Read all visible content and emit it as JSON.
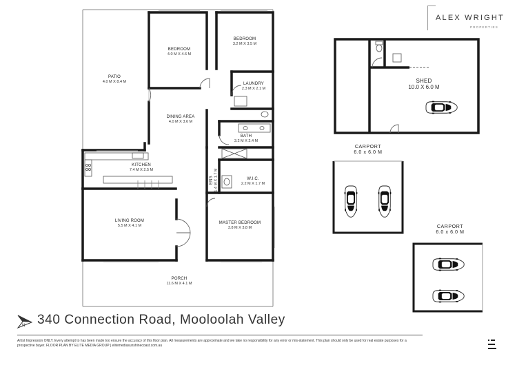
{
  "brand": {
    "name": "ALEX WRIGHT",
    "subtitle": "PROPERTIES"
  },
  "rooms": {
    "bedroom1": {
      "name": "BEDROOM",
      "dims": "4.0 M X 4.6 M"
    },
    "bedroom2": {
      "name": "BEDROOM",
      "dims": "3.2 M X 3.5 M"
    },
    "patio": {
      "name": "PATIO",
      "dims": "4.0 M X 8.4 M"
    },
    "laundry": {
      "name": "LAUNDRY",
      "dims": "2.3 M X 2.1 M"
    },
    "dining": {
      "name": "DINING AREA",
      "dims": "4.0 M X 3.6 M"
    },
    "bath": {
      "name": "BATH",
      "dims": "3.2 M X 2.4 M"
    },
    "kitchen": {
      "name": "KITCHEN",
      "dims": "7.4 M X 2.5 M"
    },
    "ens": {
      "name": "ENS",
      "dims": "1.4 M X 1.7 M"
    },
    "wic": {
      "name": "W.I.C.",
      "dims": "2.2 M X 1.7 M"
    },
    "living": {
      "name": "LIVING ROOM",
      "dims": "5.5 M X 4.1 M"
    },
    "master": {
      "name": "MASTER BEDROOM",
      "dims": "3.8 M X 3.8 M"
    },
    "porch": {
      "name": "PORCH",
      "dims": "11.6 M X 4.1 M"
    }
  },
  "shed": {
    "name": "SHED",
    "dims": "10.0 X 6.0 M"
  },
  "carport1": {
    "name": "CARPORT",
    "dims": "6.0 x 6.0 M"
  },
  "carport2": {
    "name": "CARPORT",
    "dims": "6.0 x 6.0 M"
  },
  "address": "340 Connection Road, Mooloolah Valley",
  "disclaimer": "Artist Impression ONLY. Every attempt to has been made too ensure the accuracy of this floor plan. All measurements are approximate and we take no responsibility for any error or mis-statement. This plan should only be used for real estate purposes for a prospective buyer. FLOOR PLAN BY ELITE MEDIA GROUP | elitemediasunshinecoast.com.au",
  "icons": {
    "compass": "north-arrow-icon",
    "car": "car-icon",
    "logo": "elite-media-logo-icon"
  }
}
